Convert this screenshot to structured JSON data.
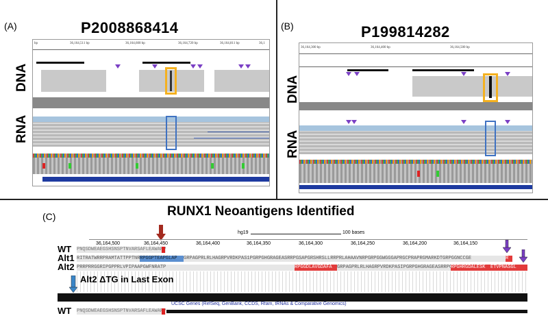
{
  "panel_a": {
    "letter": "(A)",
    "title": "P2008868414",
    "dna_label": "DNA",
    "rna_label": "RNA",
    "ruler": [
      "bp",
      "36,164,511 bp",
      "36,164,600 bp",
      "36,164,720 bp",
      "36,164,811 bp",
      "36,1"
    ]
  },
  "panel_b": {
    "letter": "(B)",
    "title": "P199814282",
    "dna_label": "DNA",
    "rna_label": "RNA",
    "ruler": [
      "36,164,300 bp",
      "36,164,400 bp",
      "36,164,500 bp"
    ]
  },
  "panel_c": {
    "letter": "(C)",
    "title": "RUNX1 Neoantigens Identified",
    "assembly": "hg19",
    "scale_label": "100 bases",
    "ruler": [
      "36,164,500",
      "36,164,450",
      "36,164,400",
      "36,164,350",
      "36,164,300",
      "36,164,250",
      "36,164,200",
      "36,164,150"
    ],
    "rows": {
      "wt_label": "WT",
      "alt1_label": "Alt1",
      "alt2_label": "Alt2",
      "wt_bottom_label": "WT",
      "wt_seq": "PNQSDWEAEGSHSNSPTNVARSAFLEAWARPY",
      "alt1_seq": "RITRATWRRPRAMTATTPPTNRPPRAME",
      "alt1_highlight_blue": "RPGGPTEAPGLAP",
      "alt1_mid_seq": "GRPAGPRLRLHAGRPVRDKPAS1PGRPGHGRAGEASRRPGSAPGRSHRSLLRRPRLAHAAVNRPGRPGGWGGGAPRGCPRAPRGMARKDTGRPGGNCCGE",
      "alt1_highlight_red": "R",
      "alt2_seq": "PRRPRRGGRIPGPPRLVPIPAAPGWFNRATP",
      "alt2_mid_seq": "GRPAGPRLRLHAGRPVRDKPASIPGRPGHGRAGEASRRPGSAPGRSHRSLLRRPR",
      "alt2_highlight_red1": "RPGGDLAVGDAFA",
      "alt2_highlight_red2": "RPGHRGDALESK",
      "alt2_highlight_red3": "ETVPNASGL",
      "wt_bottom_seq": "PNQSDWEAEGSHSNSPTNVARSAFLEAWARPY",
      "alt2_annotation": "Alt2 ΔTG in Last Exon",
      "ucsc_track": "UCSC Genes (RefSeq, GenBank, CCDS, Rfam, tRNAs & Comparative Genomics)"
    }
  },
  "colors": {
    "orange": "#f4b120",
    "blue_box": "#3f72c2",
    "purple": "#7a3fc4",
    "red_arrow": "#a32a1f",
    "blue_arrow": "#3a86c8"
  }
}
